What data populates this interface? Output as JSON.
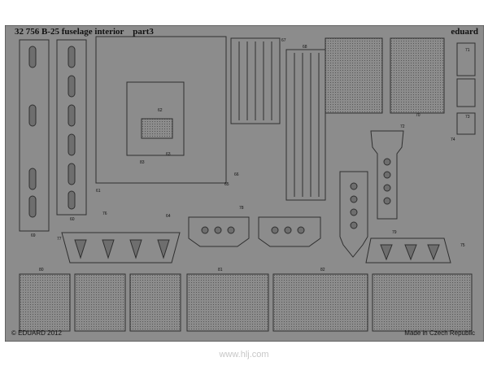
{
  "sheet": {
    "catalog": "32 756",
    "title": "B-25 fuselage interior",
    "part": "part3",
    "brand": "eduard",
    "copyright": "© EDUARD 2012",
    "origin": "Made in Czech Republic",
    "watermark": "www.hlj.com",
    "colors": {
      "fret": "#8c8c8c",
      "edge": "#3a3a3a",
      "detail": "#555555",
      "highlight": "#b5b5b5"
    }
  },
  "part_numbers": [
    "69",
    "60",
    "61",
    "62",
    "63",
    "64",
    "65",
    "66",
    "67",
    "68",
    "70",
    "71",
    "72",
    "73",
    "74",
    "75",
    "76",
    "77",
    "78",
    "79",
    "80",
    "81",
    "82",
    "83"
  ]
}
